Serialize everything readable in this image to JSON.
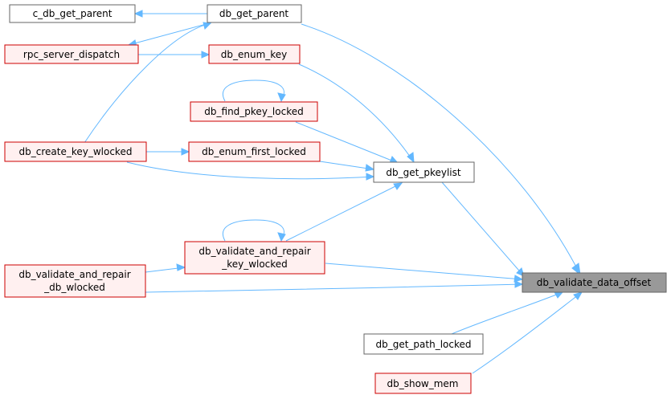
{
  "colors": {
    "edge": "#63b8ff",
    "node_fill": "#ffffff",
    "node_stroke": "#666666",
    "highlight_fill": "#fff0f0",
    "highlight_stroke": "#cc0000",
    "focus_fill": "#999999",
    "focus_stroke": "#666666"
  },
  "nodes": {
    "c_db_get_parent": {
      "lines": [
        "c_db_get_parent"
      ]
    },
    "db_get_parent": {
      "lines": [
        "db_get_parent"
      ]
    },
    "rpc_server_dispatch": {
      "lines": [
        "rpc_server_dispatch"
      ]
    },
    "db_enum_key": {
      "lines": [
        "db_enum_key"
      ]
    },
    "db_find_pkey_locked": {
      "lines": [
        "db_find_pkey_locked"
      ]
    },
    "db_create_key_wlocked": {
      "lines": [
        "db_create_key_wlocked"
      ]
    },
    "db_enum_first_locked": {
      "lines": [
        "db_enum_first_locked"
      ]
    },
    "db_get_pkeylist": {
      "lines": [
        "db_get_pkeylist"
      ]
    },
    "db_validate_and_repair_key_wlocked": {
      "lines": [
        "db_validate_and_repair",
        "_key_wlocked"
      ]
    },
    "db_validate_and_repair_db_wlocked": {
      "lines": [
        "db_validate_and_repair",
        "_db_wlocked"
      ]
    },
    "db_validate_data_offset": {
      "lines": [
        "db_validate_data_offset"
      ]
    },
    "db_get_path_locked": {
      "lines": [
        "db_get_path_locked"
      ]
    },
    "db_show_mem": {
      "lines": [
        "db_show_mem"
      ]
    }
  }
}
